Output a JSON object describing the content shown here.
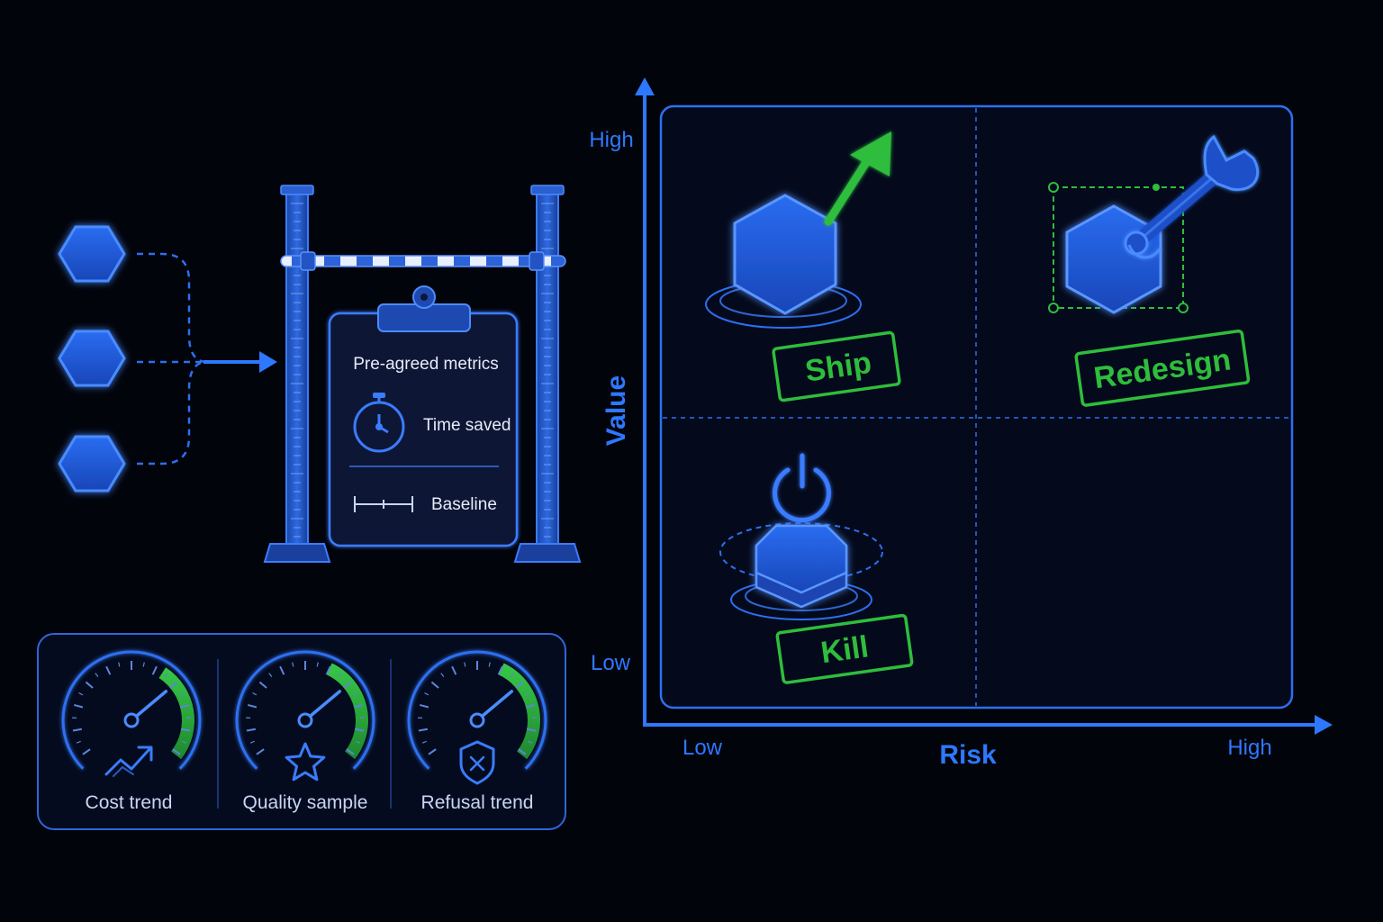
{
  "colors": {
    "background": "#02040c",
    "accent_blue": "#2d78ff",
    "hexagon_fill": "#1f5ee0",
    "approve_green": "#2fbd3c",
    "text_light": "#e7ecf7"
  },
  "checklist_card": {
    "title": "Pre-agreed metrics",
    "items": [
      {
        "icon": "stopwatch-icon",
        "label": "Time saved"
      },
      {
        "icon": "ruler-icon",
        "label": "Baseline"
      }
    ]
  },
  "monitor_panel": {
    "gauges": [
      {
        "label": "Cost trend",
        "icon": "trend-up-icon"
      },
      {
        "label": "Quality sample",
        "icon": "star-icon"
      },
      {
        "label": "Refusal trend",
        "icon": "shield-x-icon"
      }
    ]
  },
  "matrix": {
    "y_axis": {
      "title": "Value",
      "high": "High",
      "low": "Low"
    },
    "x_axis": {
      "title": "Risk",
      "low": "Low",
      "high": "High"
    },
    "quadrants": {
      "top_left": {
        "label": "Ship",
        "icon": "arrow-up-right-icon"
      },
      "top_right": {
        "label": "Redesign",
        "icon": "wrench-icon"
      },
      "bottom_left": {
        "label": "Kill",
        "icon": "power-icon"
      }
    }
  }
}
